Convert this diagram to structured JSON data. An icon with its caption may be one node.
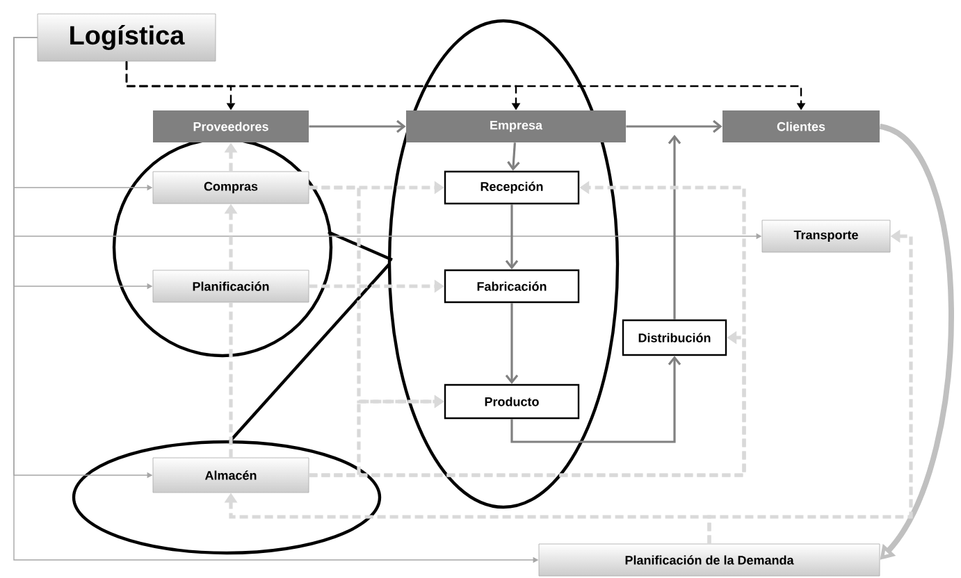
{
  "diagram": {
    "nodes": [
      {
        "text": [
          "Logística"
        ]
      },
      {
        "text": [
          "Proveedores"
        ]
      },
      {
        "text": [
          "Empresa"
        ]
      },
      {
        "text": [
          "Clientes"
        ]
      },
      {
        "text": [
          "Compras"
        ]
      },
      {
        "text": [
          "Recepción"
        ]
      },
      {
        "text": [
          "Transporte"
        ]
      },
      {
        "text": [
          "Planificación"
        ]
      },
      {
        "text": [
          "Fabricación"
        ]
      },
      {
        "text": [
          "Distribución"
        ]
      },
      {
        "text": [
          "Producto"
        ]
      },
      {
        "text": [
          "Almacén"
        ]
      },
      {
        "text": [
          "Planificación de la Demanda"
        ]
      }
    ],
    "edges": [
      {
        "from": 0,
        "to": 1,
        "arrow": "to",
        "style": "dashed",
        "color": "#000000"
      },
      {
        "from": 0,
        "to": 2,
        "arrow": "to",
        "style": "dashed",
        "color": "#000000"
      },
      {
        "from": 0,
        "to": 3,
        "arrow": "to",
        "style": "dashed",
        "color": "#000000"
      },
      {
        "from": 0,
        "to": 4,
        "arrow": "to",
        "color": "#a6a6a6"
      },
      {
        "from": 0,
        "to": 7,
        "arrow": "to",
        "color": "#a6a6a6"
      },
      {
        "from": 0,
        "to": 6,
        "arrow": "to",
        "color": "#a6a6a6"
      },
      {
        "from": 0,
        "to": 11,
        "arrow": "to",
        "color": "#a6a6a6"
      },
      {
        "from": 0,
        "to": 12,
        "arrow": "to",
        "color": "#a6a6a6"
      },
      {
        "from": 1,
        "to": 2,
        "arrow": "to",
        "color": "#808080"
      },
      {
        "from": 2,
        "to": 3,
        "arrow": "to",
        "color": "#808080"
      },
      {
        "from": 2,
        "to": 5,
        "arrow": "to",
        "color": "#808080"
      },
      {
        "from": 5,
        "to": 8,
        "arrow": "to",
        "color": "#808080"
      },
      {
        "from": 8,
        "to": 10,
        "arrow": "to",
        "color": "#808080"
      },
      {
        "from": 10,
        "to": 9,
        "arrow": "to",
        "color": "#808080"
      },
      {
        "from": 9,
        "to": 3,
        "arrow": "to",
        "color": "#808080"
      },
      {
        "from": 3,
        "to": 12,
        "arrow": "to",
        "style": "thick",
        "color": "#c0c0c0"
      },
      {
        "from": 4,
        "to": 1,
        "arrow": "to",
        "style": "dashed"
      },
      {
        "from": 7,
        "to": 4,
        "arrow": "to",
        "style": "dashed"
      },
      {
        "from": 4,
        "to": 5,
        "arrow": "to",
        "style": "dashed"
      },
      {
        "from": 7,
        "to": 8,
        "arrow": "to",
        "style": "dashed"
      },
      {
        "from": 11,
        "to": 10,
        "arrow": "to",
        "style": "dashed"
      },
      {
        "from": 4,
        "to": 10,
        "arrow": "to",
        "style": "dashed"
      },
      {
        "from": 11,
        "to": 5,
        "arrow": "to",
        "style": "dashed"
      },
      {
        "from": 11,
        "to": 9,
        "arrow": "to",
        "style": "dashed"
      },
      {
        "from": 11,
        "to": 7,
        "arrow": "none",
        "style": "dashed"
      },
      {
        "from": 12,
        "to": 11,
        "arrow": "to",
        "style": "dashed"
      },
      {
        "from": 12,
        "to": 6,
        "arrow": "to",
        "style": "dashed"
      }
    ]
  }
}
